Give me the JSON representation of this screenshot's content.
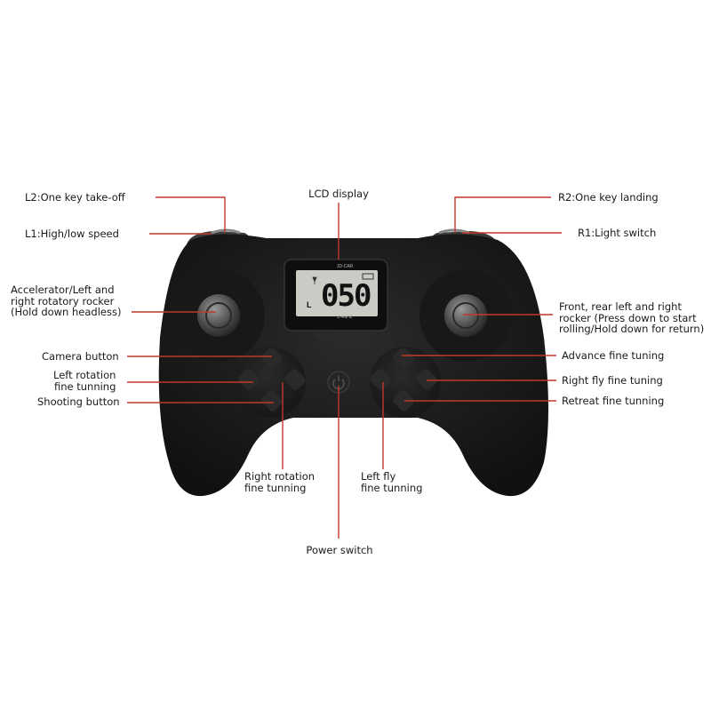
{
  "labels": {
    "lcd_display": "LCD display",
    "l2": "L2:One key take-off",
    "l1": "L1:High/low speed",
    "r2": "R2:One key landing",
    "r1": "R1:Light switch",
    "left_rocker": "Accelerator/Left and\nright rotatory rocker\n(Hold down headless)",
    "right_rocker": "Front, rear left and right\nrocker (Press down to start\nrolling/Hold down for return)",
    "camera": "Camera button",
    "left_rotation": "Left rotation\nfine tunning",
    "shooting": "Shooting button",
    "advance": "Advance fine tuning",
    "right_fly": "Right fly fine tuning",
    "retreat": "Retreat fine tunning",
    "right_rotation": "Right rotation\nfine tunning",
    "left_fly": "Left fly\nfine tunning",
    "power": "Power switch"
  },
  "lcd": {
    "brand": "JD-CAR",
    "value": "050",
    "mode": "L",
    "freq": "2.4GHZ"
  },
  "colors": {
    "body": "#1c1c1c",
    "leader": "#c0392b",
    "lcd": "#c9ccc4"
  }
}
